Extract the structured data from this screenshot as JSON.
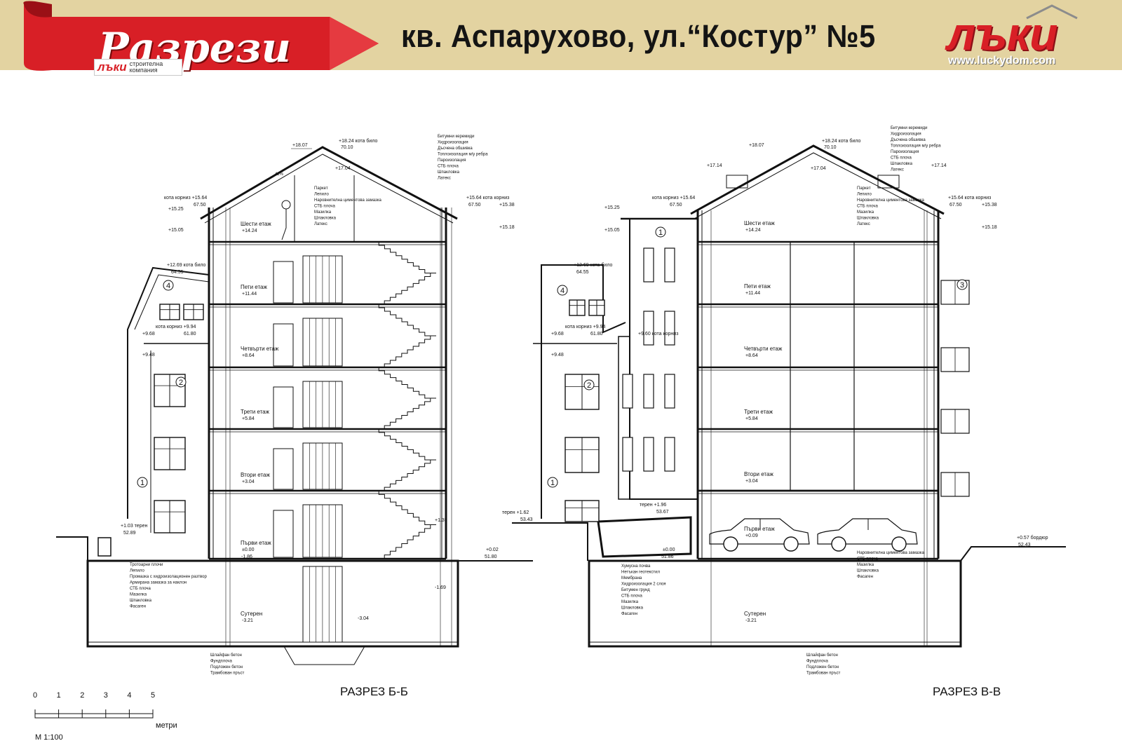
{
  "header": {
    "section_label": "Разрези",
    "title": "кв. Аспарухово, ул.“Костур” №5",
    "brand_small_logo": "лъки",
    "brand_small_tagline": "строителна компания",
    "brand_logo": "лъки",
    "brand_url": "www.luckydom.com",
    "colors": {
      "banner_red": "#d81f26",
      "header_bg": "#e3d3a1"
    }
  },
  "sections": [
    {
      "id": "b-b",
      "caption": "РАЗРЕЗ Б-Б",
      "roof_labels": [
        "+18.24 кота било",
        "70.10",
        "+18.07",
        "+17.04",
        "42%"
      ],
      "eave_labels": [
        "кота корниз +15.64",
        "67.50",
        "+15.25",
        "+15.05",
        "+15.64 кота корниз",
        "67.50",
        "+15.38",
        "+15.18"
      ],
      "roof_layers": [
        "Битумни керемиди",
        "Хидроизолация",
        "Дъсчена обшивка",
        "Топлоизолация м/у ребра",
        "Пароизолация",
        "СТБ плоча",
        "Шпакловка",
        "Латекс"
      ],
      "floor_layers": [
        "Паркет",
        "Лепило",
        "Наровнителна циментова замазка",
        "СТБ плоча",
        "Мазилка",
        "Шпакловка",
        "Латекс"
      ],
      "floors": [
        {
          "name": "Шести етаж",
          "level": "+14.24"
        },
        {
          "name": "Пети етаж",
          "level": "+11.44"
        },
        {
          "name": "Четвърти етаж",
          "level": "+8.64"
        },
        {
          "name": "Трети етаж",
          "level": "+5.84"
        },
        {
          "name": "Втори етаж",
          "level": "+3.04"
        },
        {
          "name": "Първи етаж",
          "level": "±0.00"
        },
        {
          "name": "Сутерен",
          "level": "-3.21"
        }
      ],
      "neighbor_labels": [
        "+12.69 кота било",
        "64.55",
        "кота корниз +9.94",
        "61.80",
        "+9.68",
        "+9.48",
        "+1.03 терен",
        "52.89"
      ],
      "markers": [
        "4",
        "2",
        "1"
      ],
      "ground_labels": [
        "+0.02",
        "51.80",
        "-3.04",
        "-1.69",
        "-1.86",
        "+1.35"
      ],
      "terrace_layers": [
        "Тротоарни плочи",
        "Лепило",
        "Промазка с хидроизолационен разтвор",
        "Армирана замазка за наклон",
        "СТБ плоча",
        "Мазилка",
        "Шпакловка",
        "Фасаген"
      ],
      "foundation_layers": [
        "Шлайфан бетон",
        "Фундплоча",
        "Подложен бетон",
        "Трамбован пръст"
      ]
    },
    {
      "id": "v-v",
      "caption": "РАЗРЕЗ В-В",
      "roof_labels": [
        "+18.24 кота било",
        "70.10",
        "+18.07",
        "+17.04",
        "+17.14",
        "+17.14"
      ],
      "eave_labels": [
        "кота корниз +15.64",
        "67.50",
        "+15.25",
        "+15.05",
        "+15.64 кота корниз",
        "67.50",
        "+15.38",
        "+15.18"
      ],
      "roof_layers": [
        "Битумни керемиди",
        "Хидроизолация",
        "Дъсчена обшивка",
        "Топлоизолация м/у ребра",
        "Пароизолация",
        "СТБ плоча",
        "Шпакловка",
        "Латекс"
      ],
      "floor_layers": [
        "Паркет",
        "Лепило",
        "Наровнителна циментова замазка",
        "СТБ плоча",
        "Мазилка",
        "Шпакловка",
        "Латекс"
      ],
      "floors": [
        {
          "name": "Шести етаж",
          "level": "+14.24"
        },
        {
          "name": "Пети етаж",
          "level": "+11.44"
        },
        {
          "name": "Четвърти етаж",
          "level": "+8.64"
        },
        {
          "name": "Трети етаж",
          "level": "+5.84"
        },
        {
          "name": "Втори етаж",
          "level": "+3.04"
        },
        {
          "name": "Първи етаж",
          "level": "+0.09"
        },
        {
          "name": "Сутерен",
          "level": "-3.21"
        }
      ],
      "neighbor_labels": [
        "+12.69 кота било",
        "64.55",
        "кота корниз +9.94",
        "61.80",
        "+9.68",
        "+9.48",
        "+9.60 кота корниз",
        "терен +1.62",
        "53.43",
        "терен +1.96",
        "53.67",
        "±0.00",
        "51.86",
        "+0.57 бордюр",
        "52.43"
      ],
      "markers": [
        "4",
        "2",
        "1",
        "1",
        "3"
      ],
      "garage_layers": [
        "Наровнителна циментова замазка",
        "СТБ плоча",
        "Мазилка",
        "Шпакловка",
        "Фасаген"
      ],
      "terrace_layers": [
        "Хумусна почва",
        "Нетъкан геотекстил",
        "Мембрана",
        "Хидроизолация 2 слоя",
        "Битумен грунд",
        "СТБ плоча",
        "Мазилка",
        "Шпакловка",
        "Фасаген"
      ],
      "foundation_layers": [
        "Шлайфан бетон",
        "Фундплоча",
        "Подложен бетон",
        "Трамбован пръст"
      ]
    }
  ],
  "scale_bar": {
    "ticks": [
      "0",
      "1",
      "2",
      "3",
      "4",
      "5"
    ],
    "unit": "метри",
    "ratio": "М 1:100"
  }
}
